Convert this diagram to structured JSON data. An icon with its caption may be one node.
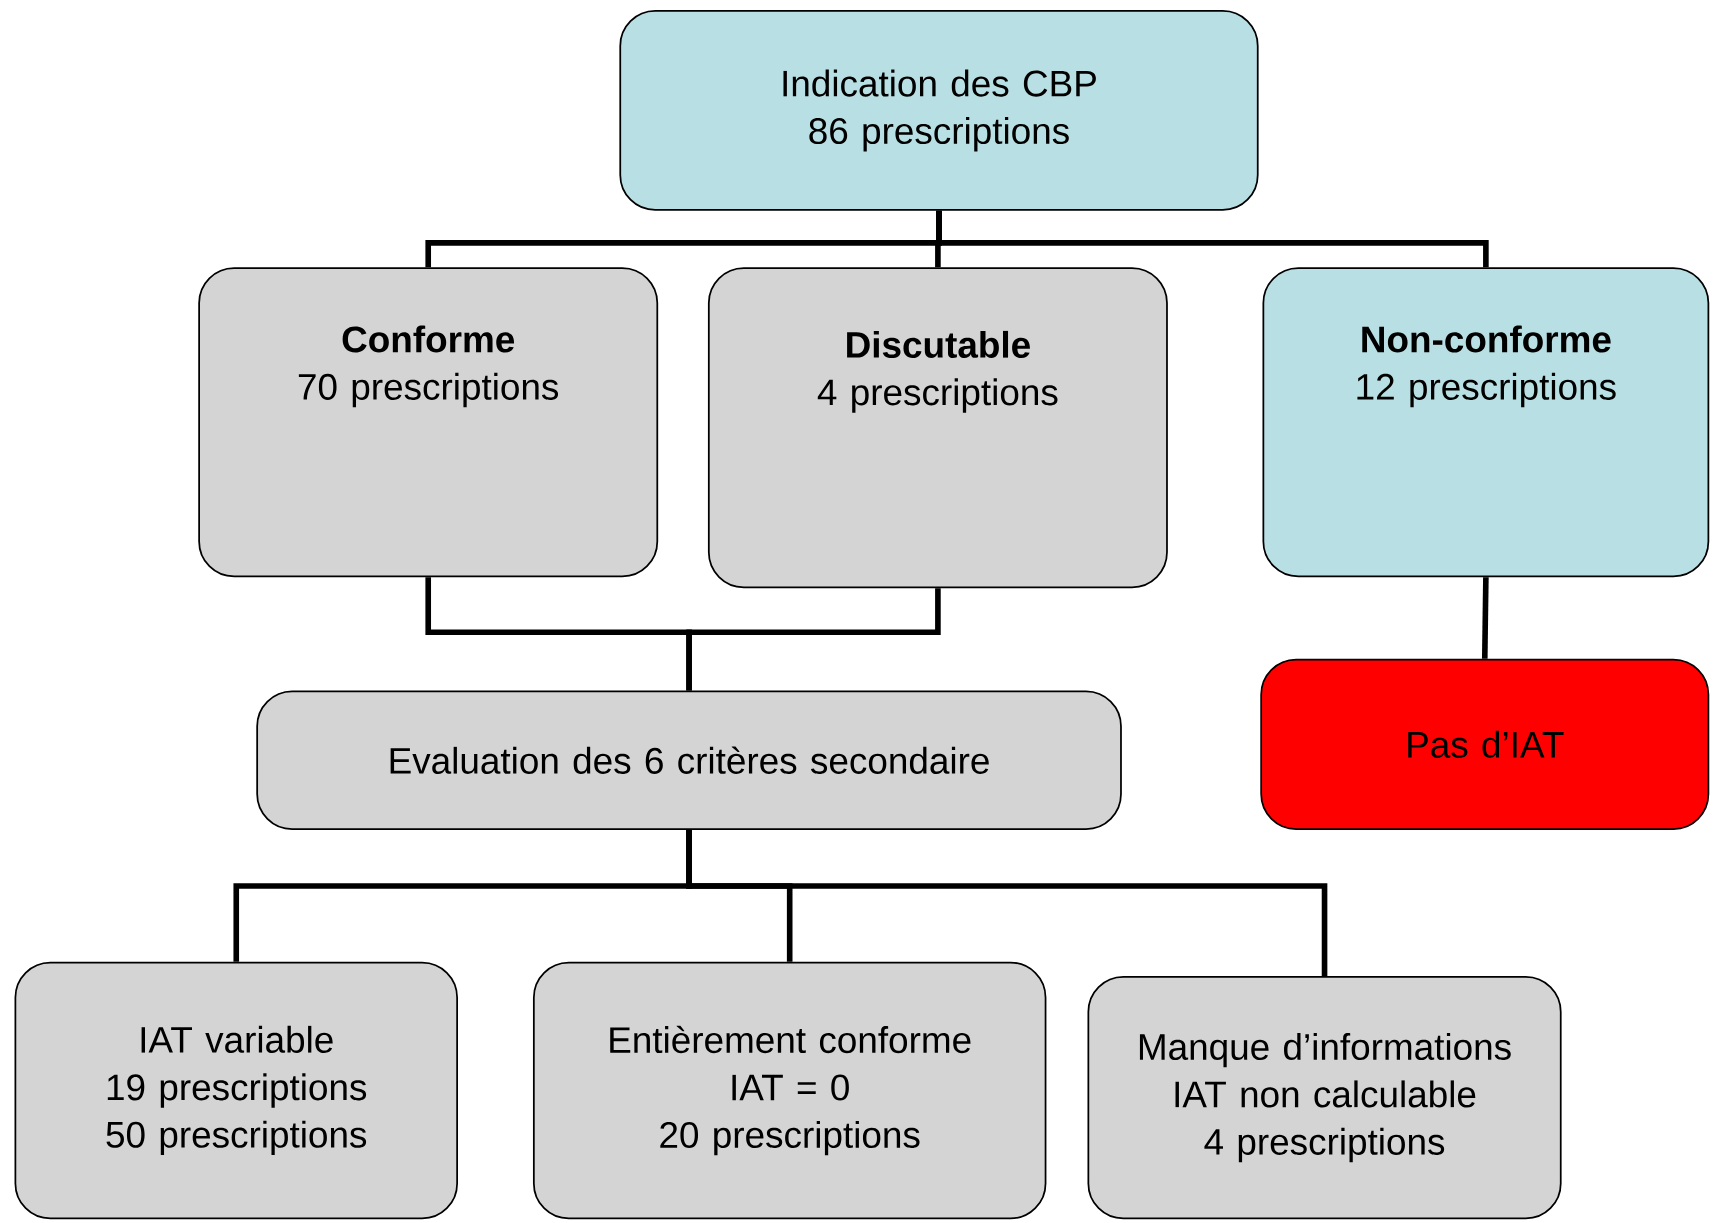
{
  "diagram": {
    "nodes": [
      {
        "text": [
          "Indication des CBP",
          "86 prescriptions"
        ]
      },
      {
        "text": [
          "Conforme",
          "70 prescriptions"
        ]
      },
      {
        "text": [
          "Discutable",
          "4 prescriptions"
        ]
      },
      {
        "text": [
          "Non-conforme",
          "12 prescriptions"
        ]
      },
      {
        "text": [
          "Evaluation des 6 critères secondaire"
        ]
      },
      {
        "text": [
          "Pas d’IAT"
        ]
      },
      {
        "text": [
          "IAT variable",
          "19 prescriptions",
          "50 prescriptions"
        ]
      },
      {
        "text": [
          "Entièrement conforme",
          "IAT = 0",
          "20 prescriptions"
        ]
      },
      {
        "text": [
          "Manque d’informations",
          "IAT non calculable",
          "4 prescriptions"
        ]
      }
    ],
    "edges": [
      {
        "from": 0,
        "to": 1,
        "arrow": "none"
      },
      {
        "from": 0,
        "to": 2,
        "arrow": "none"
      },
      {
        "from": 0,
        "to": 3,
        "arrow": "none"
      },
      {
        "from": 1,
        "to": 4,
        "arrow": "none"
      },
      {
        "from": 2,
        "to": 4,
        "arrow": "none"
      },
      {
        "from": 3,
        "to": 5,
        "arrow": "none"
      },
      {
        "from": 4,
        "to": 6,
        "arrow": "none"
      },
      {
        "from": 4,
        "to": 7,
        "arrow": "none"
      },
      {
        "from": 4,
        "to": 8,
        "arrow": "none"
      }
    ]
  }
}
